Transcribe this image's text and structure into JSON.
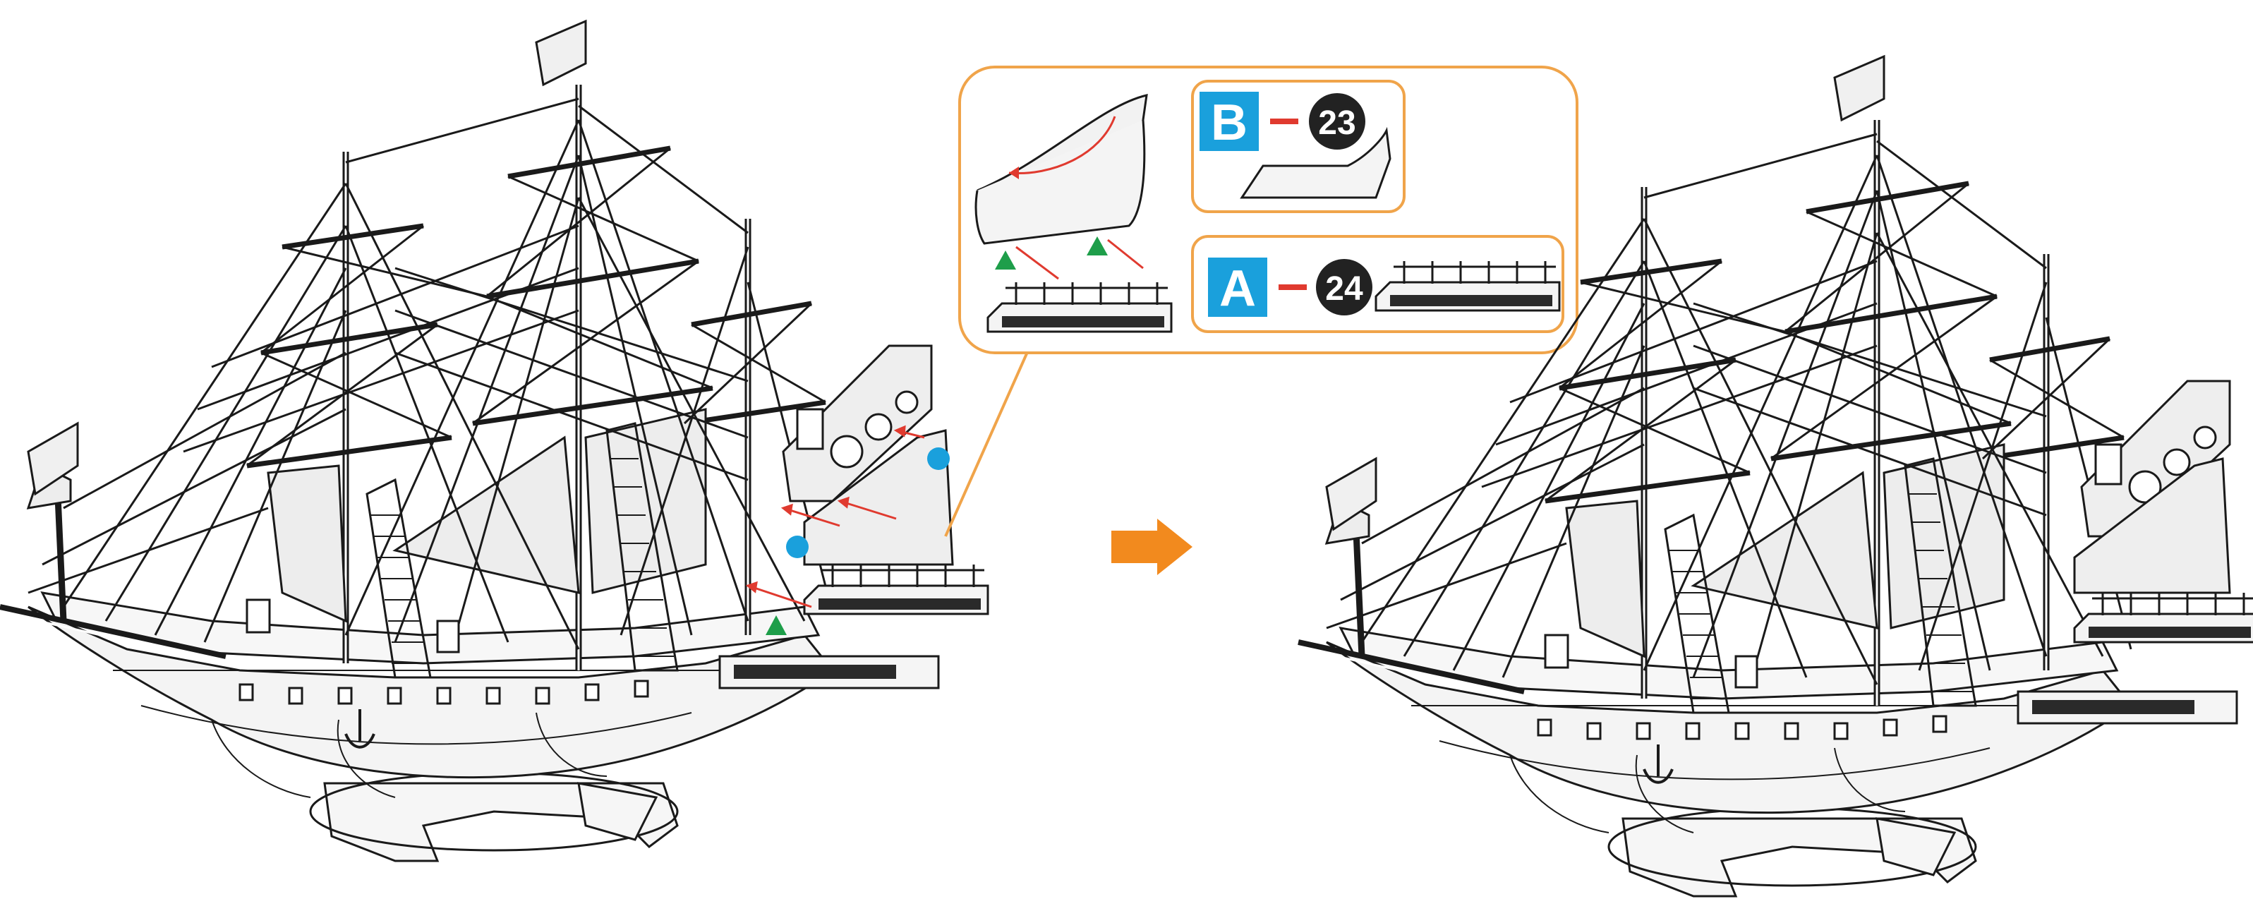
{
  "colors": {
    "line": "#1a1a1a",
    "hull_fill": "#f4f4f4",
    "sail_fill": "#ececec",
    "callout_border": "#f0a44a",
    "badge_blue": "#1aa0dc",
    "number_circle": "#222222",
    "connector_red": "#e03a2f",
    "arrow_orange": "#f28a1e",
    "marker_green": "#1e9e4a",
    "marker_blue": "#1aa0dc"
  },
  "callout": {
    "row_b": {
      "letter": "B",
      "number": "23"
    },
    "row_a": {
      "letter": "A",
      "number": "24"
    }
  },
  "icons": {
    "step_arrow": "right-arrow-icon",
    "ship_before": "ship-illustration",
    "ship_after": "ship-illustration"
  }
}
